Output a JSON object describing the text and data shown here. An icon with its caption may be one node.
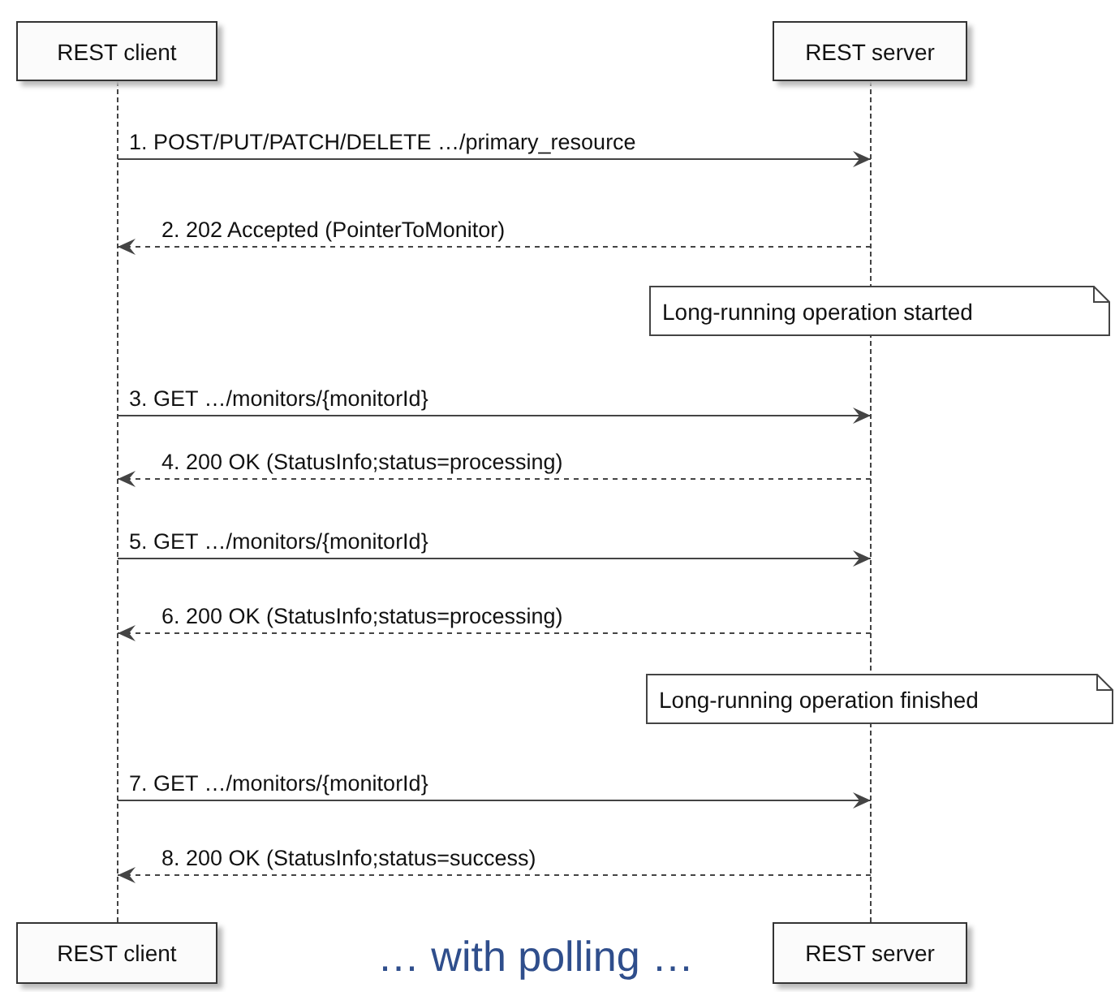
{
  "diagram": {
    "caption": "… with polling …",
    "nodes": [
      {
        "text": [
          "REST client"
        ]
      },
      {
        "text": [
          "REST server"
        ]
      },
      {
        "text": [],
        "shape": "line"
      },
      {
        "text": [],
        "shape": "line"
      },
      {
        "text": [
          "Long-running operation started"
        ]
      },
      {
        "text": [
          "Long-running operation finished"
        ]
      },
      {
        "text": [
          "REST client"
        ]
      },
      {
        "text": [
          "REST server"
        ]
      }
    ],
    "edges": [
      {
        "from": 2,
        "to": 3,
        "arrow": "to",
        "label": "1. POST/PUT/PATCH/DELETE …/primary_resource"
      },
      {
        "from": 3,
        "to": 2,
        "arrow": "to",
        "style": "dashed",
        "label": "2. 202 Accepted (PointerToMonitor)"
      },
      {
        "from": 2,
        "to": 3,
        "arrow": "to",
        "label": "3. GET …/monitors/{monitorId}"
      },
      {
        "from": 3,
        "to": 2,
        "arrow": "to",
        "style": "dashed",
        "label": "4. 200 OK (StatusInfo;status=processing)"
      },
      {
        "from": 2,
        "to": 3,
        "arrow": "to",
        "label": "5. GET …/monitors/{monitorId}"
      },
      {
        "from": 3,
        "to": 2,
        "arrow": "to",
        "style": "dashed",
        "label": "6. 200 OK (StatusInfo;status=processing)"
      },
      {
        "from": 2,
        "to": 3,
        "arrow": "to",
        "label": "7. GET …/monitors/{monitorId}"
      },
      {
        "from": 3,
        "to": 2,
        "arrow": "to",
        "style": "dashed",
        "label": "8. 200 OK (StatusInfo;status=success)"
      }
    ]
  }
}
